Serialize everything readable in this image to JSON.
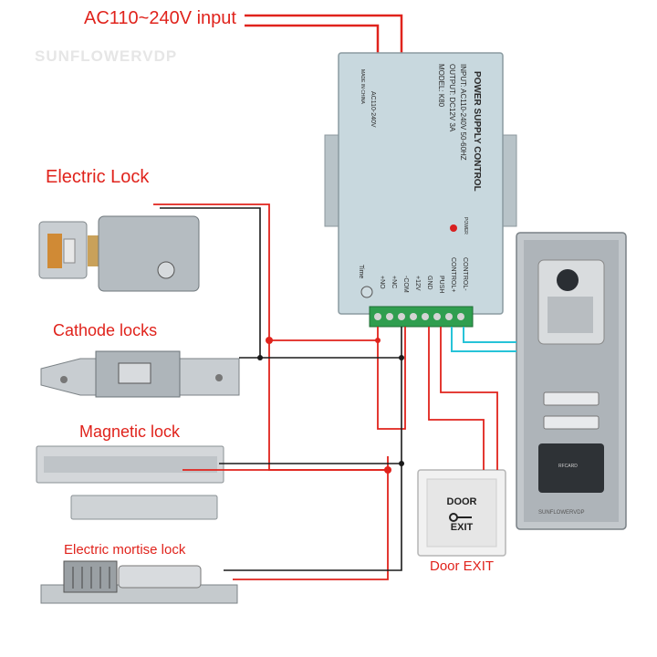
{
  "watermark": "SUNFLOWERVDP",
  "labels": {
    "ac_input": "AC110~240V input",
    "electric_lock": "Electric Lock",
    "cathode_locks": "Cathode locks",
    "magnetic_lock": "Magnetic lock",
    "electric_mortise_lock": "Electric mortise lock",
    "door_exit": "Door EXIT"
  },
  "power_supply": {
    "title": "POWER SUPPLY CONTROL",
    "input": "INPUT: AC110-240V 50-60HZ",
    "output": "OUTPUT: DC12V 3A",
    "model": "MODEL: K80",
    "voltage": "AC110-240V",
    "made_in": "MADE IN CHINA",
    "power_led": "POWER",
    "time": "Time",
    "terminals": [
      "+NO",
      "+NC",
      "-COM",
      "+12V",
      "GND",
      "PUSH",
      "CONTROL+",
      "CONTROL-"
    ]
  },
  "exit_button": {
    "line1": "DOOR",
    "line2": "EXIT"
  },
  "panel": {
    "card_label": "RFCARD",
    "brand": "SUNFLOWERVDP"
  },
  "colors": {
    "wire_red": "#e0231c",
    "wire_black": "#1a1a1a",
    "wire_cyan": "#27c3d8",
    "accent": "#e0231c"
  }
}
